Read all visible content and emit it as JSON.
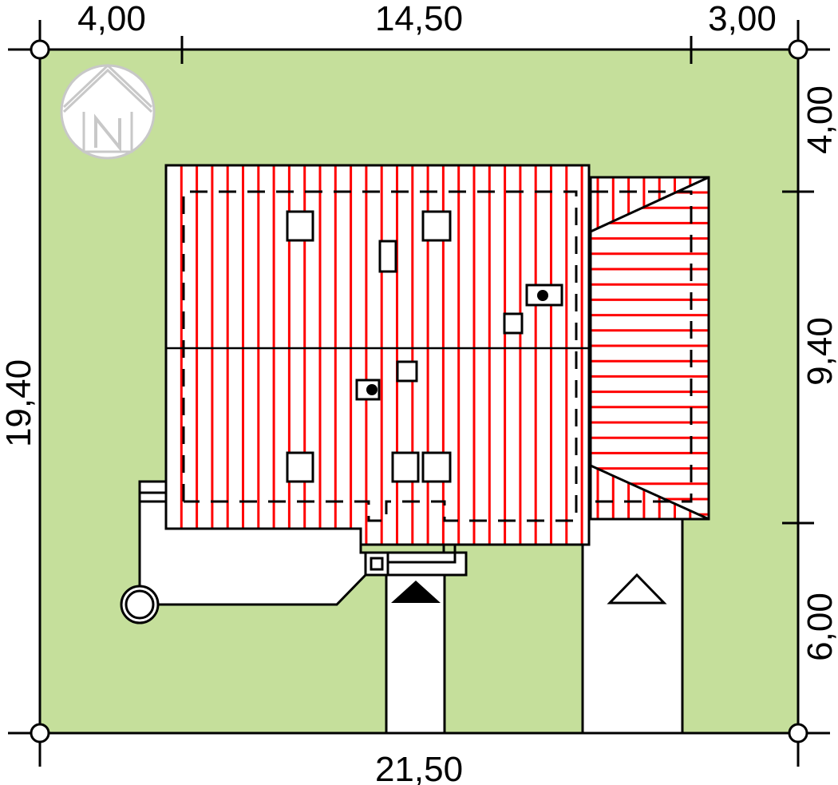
{
  "dimensions": {
    "top_left": "4,00",
    "top_middle": "14,50",
    "top_right": "3,00",
    "bottom": "21,50",
    "left": "19,40",
    "right_top": "4,00",
    "right_middle": "9,40",
    "right_bottom": "6,00"
  },
  "north_arrow": {
    "label": "N"
  },
  "colors": {
    "plot": "#c5df9b",
    "roof_lines": "#ff0000",
    "outline": "#000000",
    "north": "#c8c8c8"
  }
}
